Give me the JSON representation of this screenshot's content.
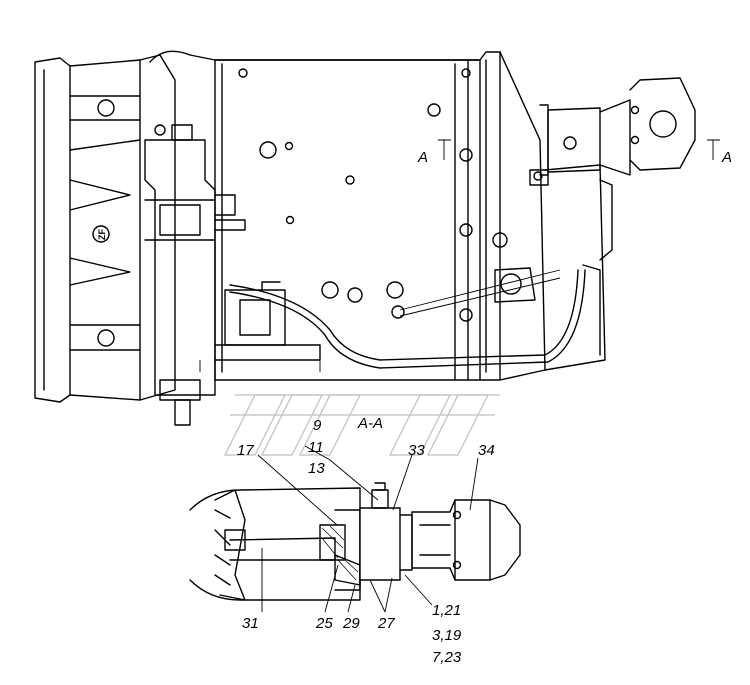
{
  "section": {
    "label": "A-A",
    "marker": "A"
  },
  "callouts": {
    "c9": "9",
    "c11": "11",
    "c13": "13",
    "c17": "17",
    "c33": "33",
    "c34": "34",
    "c31": "31",
    "c25": "25",
    "c29": "29",
    "c27": "27",
    "c1_21": "1,21",
    "c3_19": "3,19",
    "c7_23": "7,23"
  },
  "logo": {
    "text": "ZF"
  }
}
